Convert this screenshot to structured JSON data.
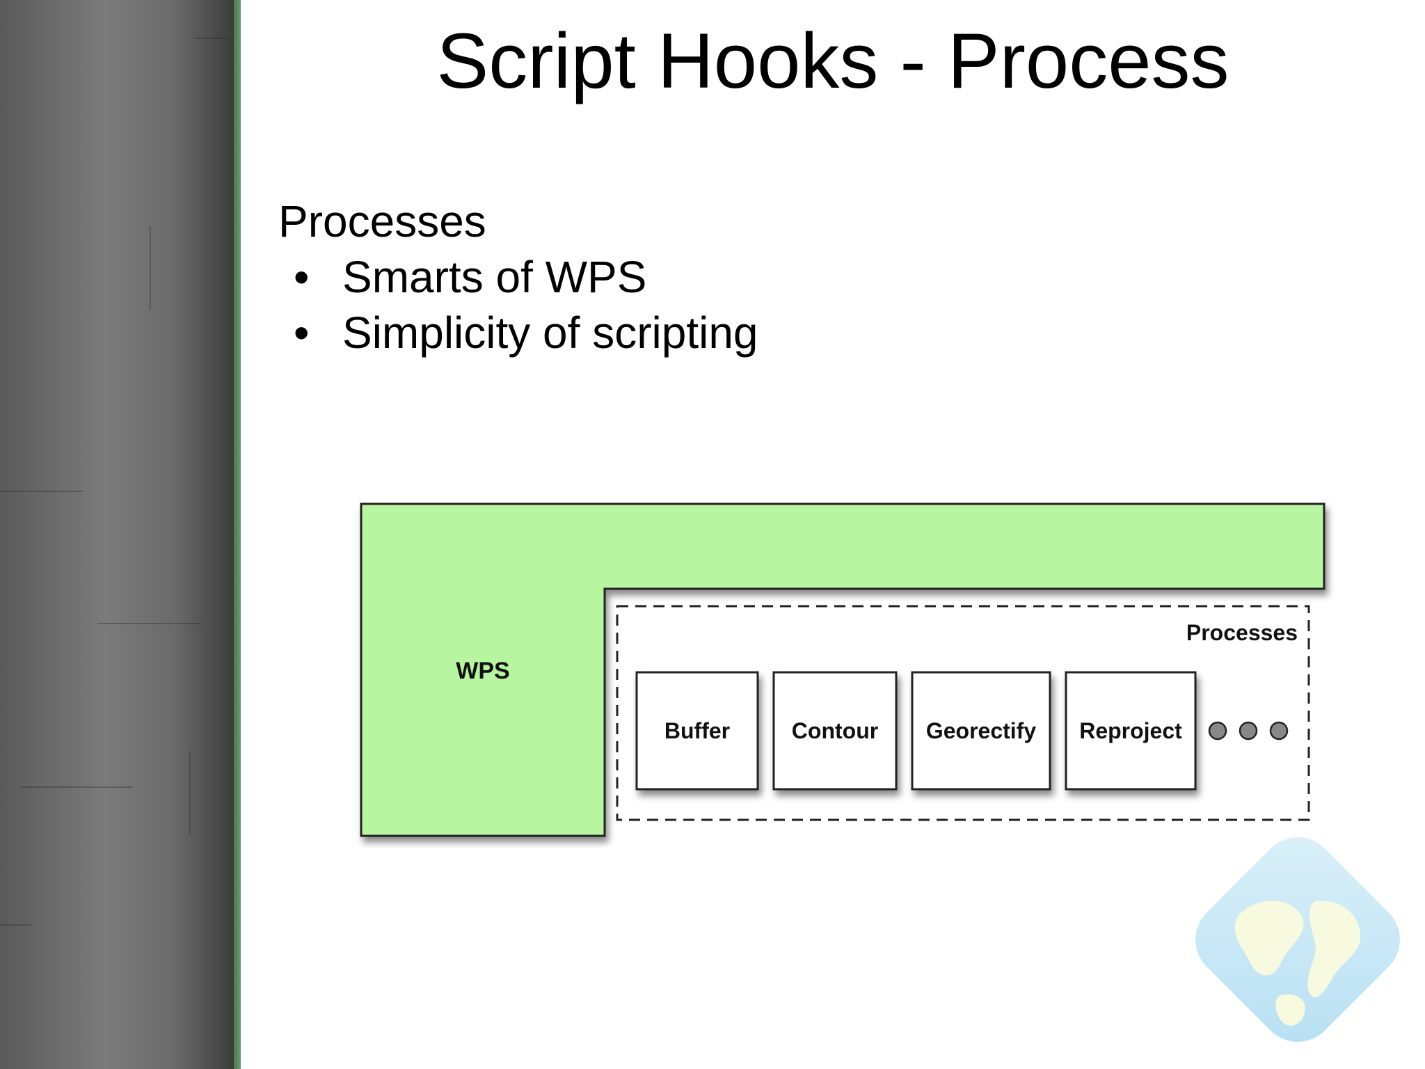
{
  "slide": {
    "title": "Script Hooks - Process",
    "heading": "Processes",
    "bullets": [
      "Smarts of WPS",
      "Simplicity of scripting"
    ]
  },
  "diagram": {
    "wps_label": "WPS",
    "processes_label": "Processes",
    "process_boxes": [
      "Buffer",
      "Contour",
      "Georectify",
      "Reproject"
    ],
    "more_indicator_count": 3,
    "colors": {
      "wps_fill": "#b8f5a0",
      "box_fill": "#ffffff",
      "stroke": "#222222",
      "dot_fill": "#888888"
    }
  },
  "icons": {
    "bullet": "•",
    "logo": "globe-icon"
  }
}
